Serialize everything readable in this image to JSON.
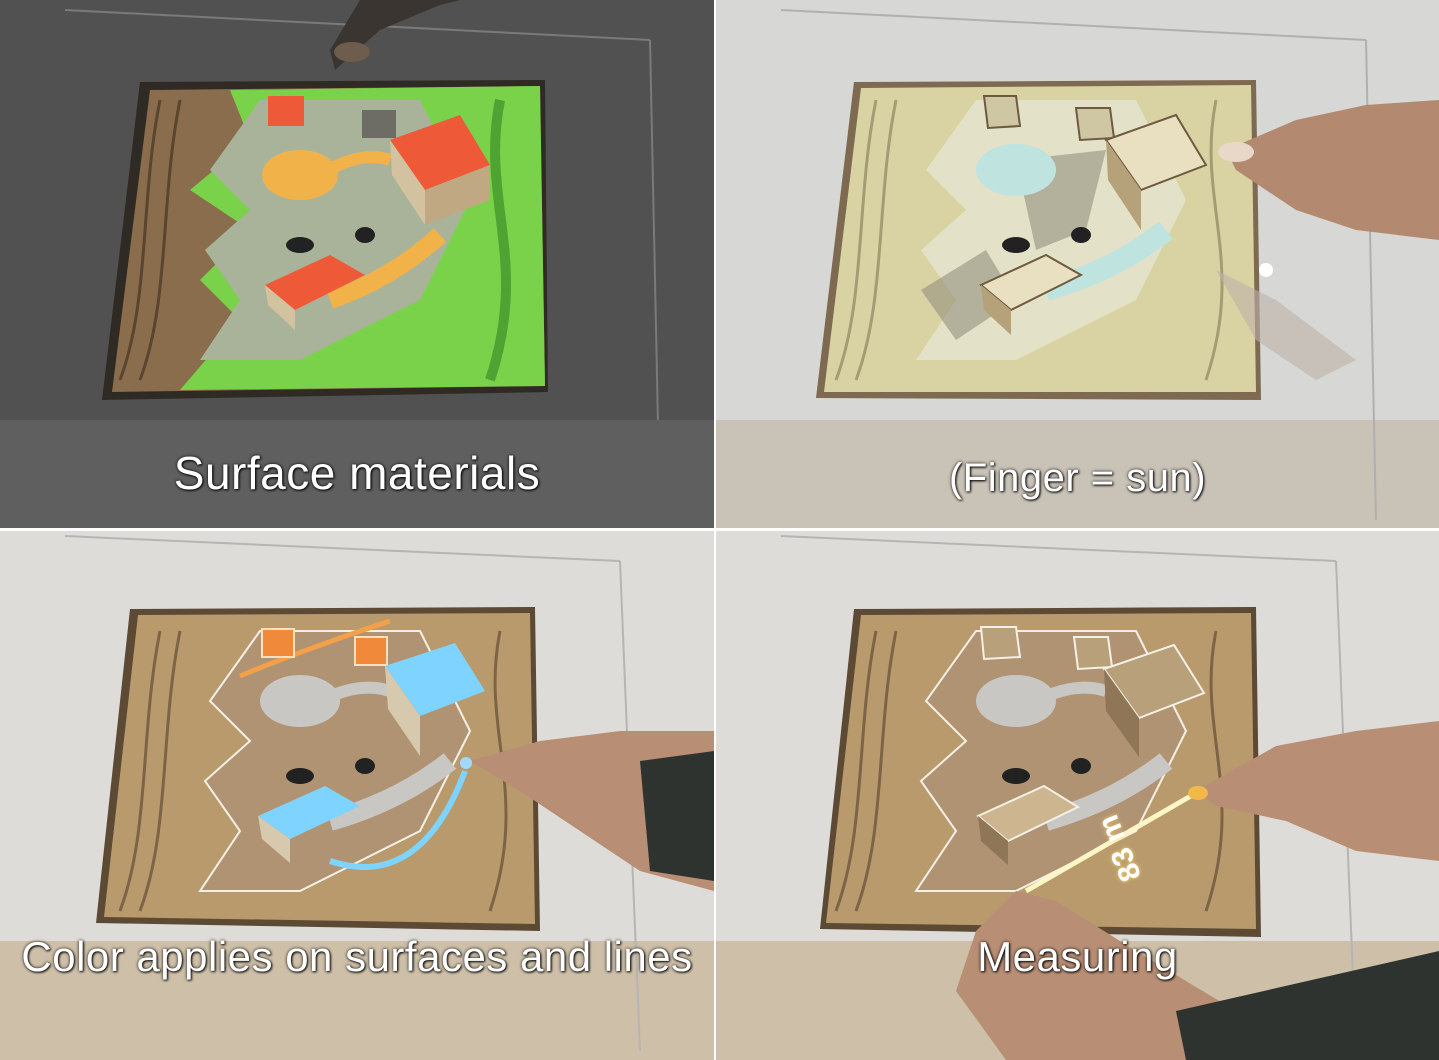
{
  "panels": [
    {
      "caption": "Surface materials"
    },
    {
      "caption": "(Finger = sun)"
    },
    {
      "caption": "Color applies on surfaces and lines"
    },
    {
      "caption": "Measuring",
      "measurement_label": "83 m"
    }
  ],
  "colors": {
    "divider": "#ffffff",
    "grass_green": "#7ad14a",
    "roof_red": "#ee5a38",
    "path_orange": "#f2b24a",
    "cardboard": "#b89a6c",
    "projected_blue": "#7fd4ff"
  }
}
